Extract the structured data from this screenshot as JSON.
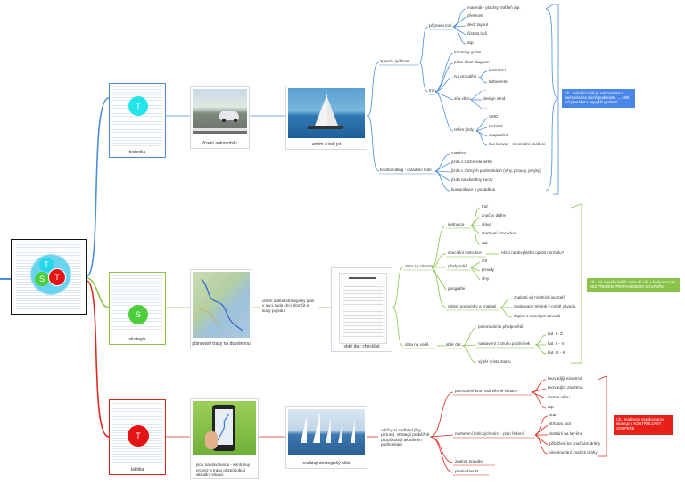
{
  "root": {
    "letters": [
      "T",
      "S",
      "T"
    ]
  },
  "branches": {
    "technika": {
      "label": "technika",
      "letter": "T",
      "color": "#4a90d9",
      "circle_color": "#24e3ea",
      "photo1_caption": "řízení automobilu",
      "photo2_caption": "umím s lodí jet",
      "speed": "speed - rychlost",
      "priprava": "příprava lodí",
      "priprava_items": [
        "materiál - plachty, stěžeň atp.",
        "přesnost",
        "deck layout",
        "čistota lodí",
        "atp."
      ],
      "trim": "trim",
      "trimming": "trimming guide",
      "polar": "polar chart diagram",
      "typ_proudeni": "typ proudění",
      "typ_items": [
        "laminární",
        "turbulentní"
      ],
      "sila_vetru": "síla větru",
      "sila_items": [
        "...",
        "design wind",
        "..."
      ],
      "rezim": "režim jízdy",
      "rezim_items": [
        "VMG",
        "rychlost",
        "ukapatelně"
      ],
      "low_leeway": "low leeway - minimální snášení",
      "boathandling": "boathandling - ovládání lodě",
      "boat_items": [
        "manévry",
        "jízda v různé síle větru",
        "jízda v různých podmínkách (vlny, proudy, jezyky)",
        "jízda na všechny kurzy",
        "komunikace s posádkou"
      ],
      "goal": "CÍL: ovládání lodě je automatické a zachování za všech podmínek, ..., chtít loď přenášet s nejvyšší rychlostí",
      "goal_color": "#4a86e8"
    },
    "strategie": {
      "label": "strategie",
      "letter": "S",
      "color": "#8bc34a",
      "circle_color": "#4cce3a",
      "photo1_caption": "plánování trasy na dovolenou",
      "middle_text": "umím udělat strategický plán v akci, tuda chci skončit a kudy pojedu",
      "doc_caption": "sběr dat: checklist",
      "data_zavod": "data ze závodu",
      "instrukce": "instrukce",
      "instr_items": [
        "trať",
        "značky dráhy",
        "sláva",
        "startovní procedura",
        "atd."
      ],
      "specialni": "speciální instrukce",
      "nejasne": "něco neobvyklého oproti normálu?",
      "predpoved": "předpověď",
      "pred_items": [
        "vítr",
        "proudy",
        "vlny"
      ],
      "geografie": "geografie",
      "mistni": "místní podmínky a znalosti",
      "mistni_items": [
        "znalosti od místních jachtařů",
        "opakovaný trénink v místě závodu",
        "zápisy z minulých závodů"
      ],
      "data_vode": "data na vodě",
      "sber_dat": "sběr dat",
      "sber_items": [
        "pozorování s předpovědí",
        "nastavení 3 druhu podmínek",
        "výběr místa startu"
      ],
      "kat_items": [
        "kat. I - Z",
        "kat. II - V",
        "kat. III - K"
      ],
      "goal": "CÍL: mít nejvýhodnější cestu do cíle + body tuzn pro BEZ PŘEDEM PŘIPRAVENÉHO SOUPEŘE",
      "goal_color": "#8bc34a"
    },
    "taktika": {
      "label": "taktika",
      "letter": "T",
      "color": "#dd2a1f",
      "circle_color": "#e21414",
      "photo1_caption": "jsou na dovolenou - kontroluji provoz a trasu přizpůsobuji aktuální situaci",
      "photo2_caption": "realizuji strategický plán",
      "middle_text": "udržuji si nadhled (big picture), strategii průběžně přizpůsobuji aktuálním podmínkám",
      "pochopeni": "pochopení kruh lodí větrné situace",
      "pochopeni_items": [
        "bezvadjíjí návětrná",
        "bezvadjící závětrná",
        "čistota větru",
        "atp."
      ],
      "nastaveni": "nastavení kritických míst - plán řešení",
      "nastaveni_items": [
        "start",
        "střídání lodí",
        "dostání na lay-line",
        "přiblížení ke značkám dráhy",
        "obeplouvání značek dráhy"
      ],
      "znalost": "znalost pravidel",
      "predvidavost": "předvídavost",
      "goal": "CÍL: realizovat naplánovanou strategii a KONTROLOVAT SOUPEŘE",
      "goal_color": "#e8201a"
    }
  }
}
